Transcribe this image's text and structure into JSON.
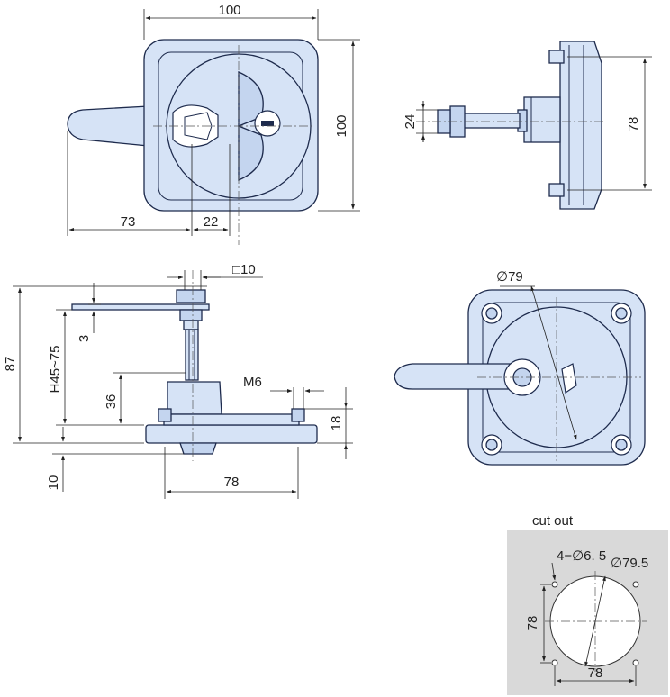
{
  "colors": {
    "part_fill": "#d6e3f6",
    "part_stroke": "#1e2b4d",
    "cutout_bg": "#d9d9d9"
  },
  "top_view": {
    "dim_width": "100",
    "dim_height": "100",
    "dim_handle": "73",
    "dim_offset": "22"
  },
  "side_view": {
    "dim_spindle": "24",
    "dim_holes": "78"
  },
  "section_view": {
    "dim_square": "□10",
    "dim_total": "87",
    "dim_range": "H45~75",
    "dim_thickness": "3",
    "dim_body": "36",
    "dim_thread": "M6",
    "dim_stud": "18",
    "dim_bottom": "10",
    "dim_base": "78"
  },
  "rear_view": {
    "dim_diameter": "∅79"
  },
  "cutout": {
    "title": "cut out",
    "dim_holes": "4−∅6. 5",
    "dim_diameter": "∅79.5",
    "dim_height": "78",
    "dim_width": "78"
  }
}
